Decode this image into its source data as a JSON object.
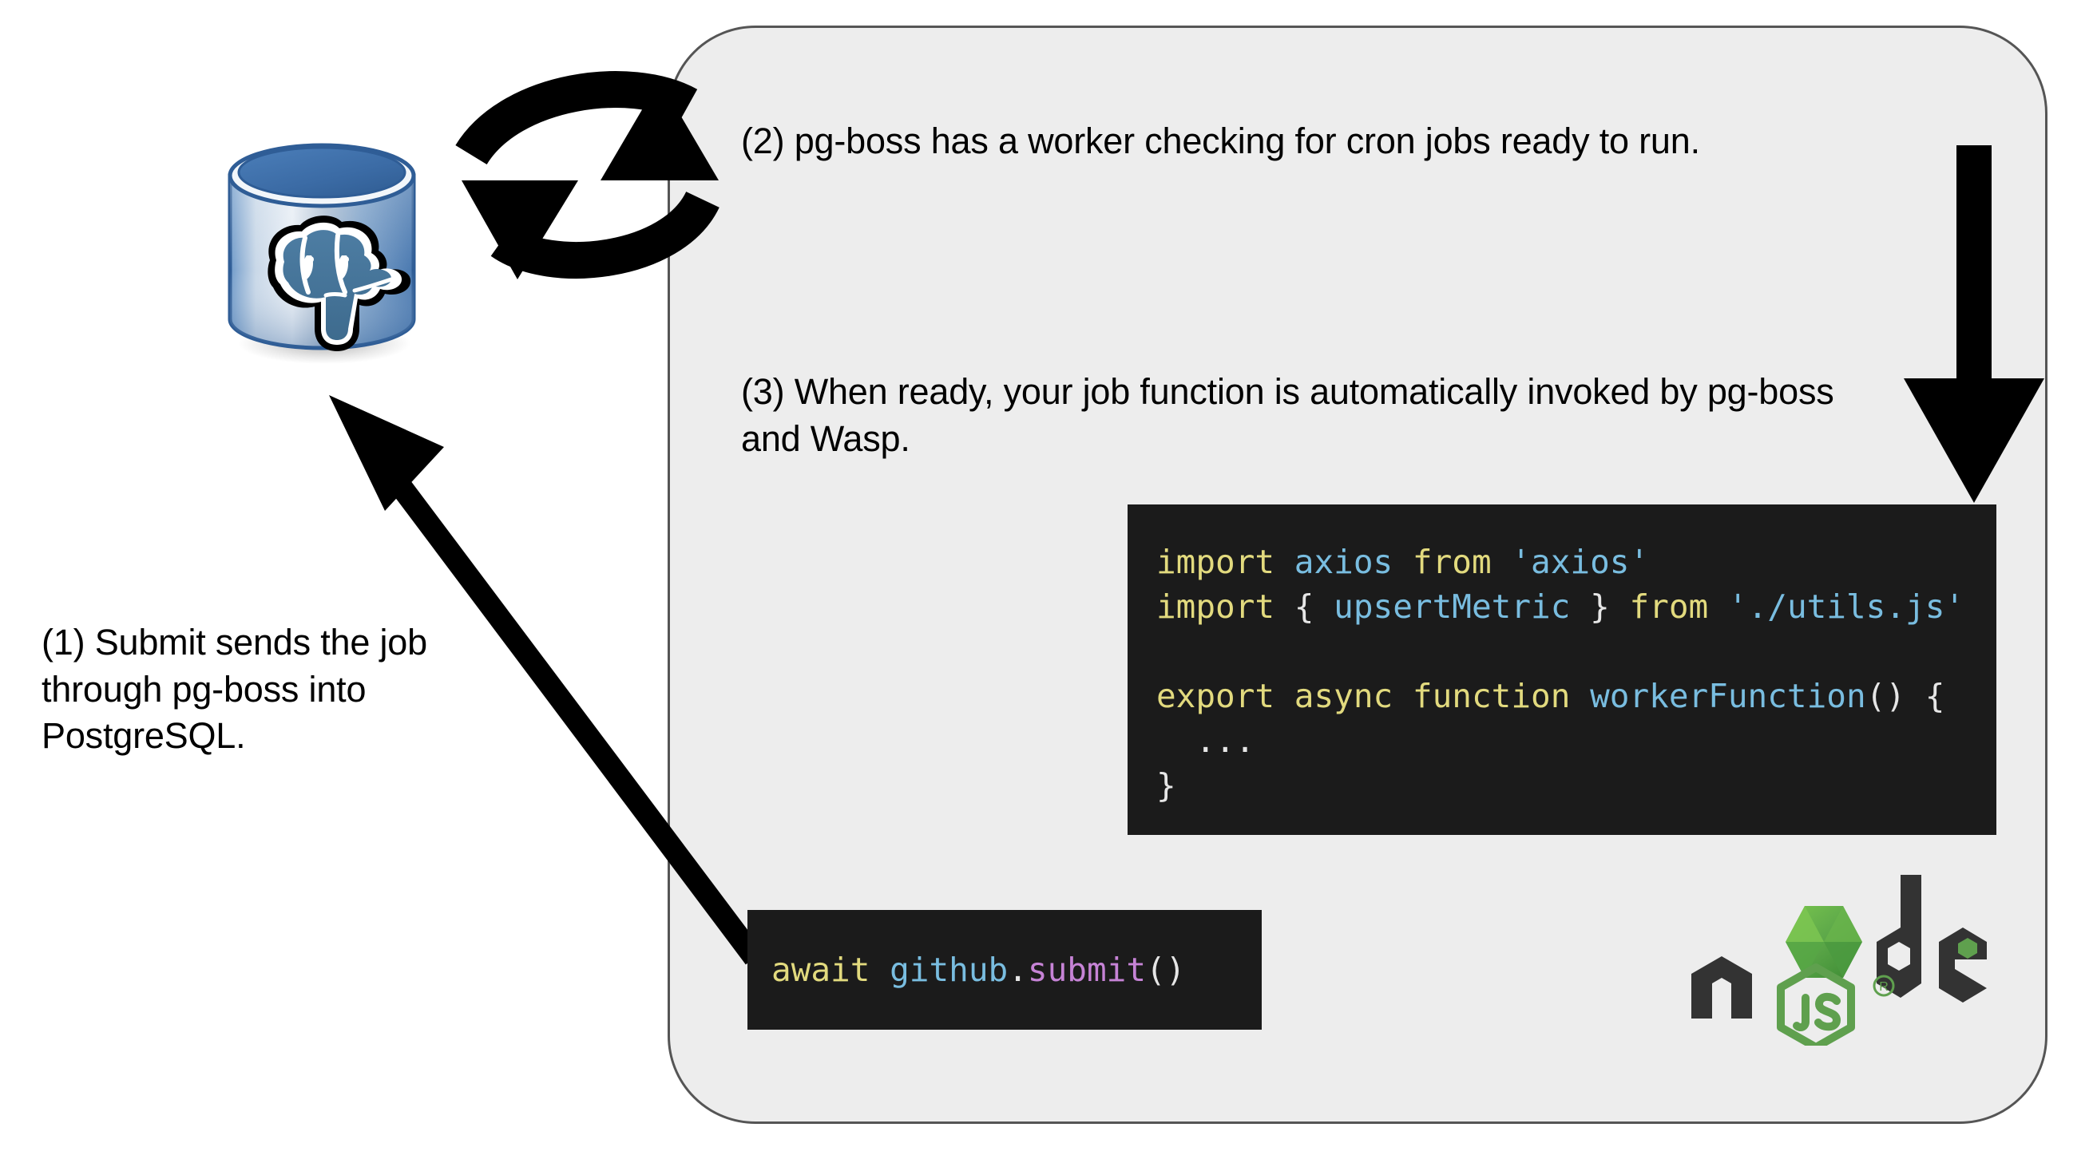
{
  "diagram": {
    "title": "Wasp pg-boss job flow",
    "background_color": "#ffffff",
    "panel": {
      "name": "server-panel",
      "fill": "#ededed",
      "border_color": "#555555"
    },
    "captions": {
      "step1": "(1) Submit sends the job through pg-boss into PostgreSQL.",
      "step2": "(2) pg-boss has a worker checking for cron jobs ready to run.",
      "step3": "(3) When ready, your job function is automatically invoked by pg-boss and Wasp."
    },
    "code_worker": {
      "lines": [
        [
          {
            "t": "import",
            "c": "kw"
          },
          {
            "t": " ",
            "c": "pun"
          },
          {
            "t": "axios",
            "c": "id"
          },
          {
            "t": " ",
            "c": "pun"
          },
          {
            "t": "from",
            "c": "kw"
          },
          {
            "t": " ",
            "c": "pun"
          },
          {
            "t": "'axios'",
            "c": "str"
          }
        ],
        [
          {
            "t": "import",
            "c": "kw"
          },
          {
            "t": " ",
            "c": "pun"
          },
          {
            "t": "{",
            "c": "pun"
          },
          {
            "t": " ",
            "c": "pun"
          },
          {
            "t": "upsertMetric",
            "c": "id"
          },
          {
            "t": " ",
            "c": "pun"
          },
          {
            "t": "}",
            "c": "pun"
          },
          {
            "t": " ",
            "c": "pun"
          },
          {
            "t": "from",
            "c": "kw"
          },
          {
            "t": " ",
            "c": "pun"
          },
          {
            "t": "'./utils.js'",
            "c": "str"
          }
        ],
        [],
        [
          {
            "t": "export",
            "c": "kw"
          },
          {
            "t": " ",
            "c": "pun"
          },
          {
            "t": "async",
            "c": "kw"
          },
          {
            "t": " ",
            "c": "pun"
          },
          {
            "t": "function",
            "c": "kw"
          },
          {
            "t": " ",
            "c": "pun"
          },
          {
            "t": "workerFunction",
            "c": "fn"
          },
          {
            "t": "()",
            "c": "pun"
          },
          {
            "t": " ",
            "c": "pun"
          },
          {
            "t": "{",
            "c": "pun"
          }
        ],
        [
          {
            "t": "  ...",
            "c": "pun"
          }
        ],
        [
          {
            "t": "}",
            "c": "pun"
          }
        ]
      ]
    },
    "code_submit": {
      "lines": [
        [
          {
            "t": "await",
            "c": "kw"
          },
          {
            "t": " ",
            "c": "pun"
          },
          {
            "t": "github",
            "c": "id"
          },
          {
            "t": ".",
            "c": "pun"
          },
          {
            "t": "submit",
            "c": "meth"
          },
          {
            "t": "()",
            "c": "pun"
          }
        ]
      ]
    },
    "logos": {
      "postgres": {
        "name": "postgresql-logo",
        "alt": "PostgreSQL database cylinder with elephant",
        "colors": {
          "cylinder_top": "#3b6ba5",
          "cylinder_body_light": "#c8d6e5",
          "cylinder_edge": "#2f5d96",
          "elephant": "#436e94"
        }
      },
      "node": {
        "name": "nodejs-logo",
        "alt": "Node.js",
        "wordmark": "node",
        "badge": "JS",
        "registered_mark": "®",
        "colors": {
          "dark": "#333333",
          "green": "#5fa04e",
          "green_light": "#6fbf4c",
          "green_dark": "#3f8a34"
        }
      }
    },
    "arrows": {
      "sync": {
        "name": "sync-arrows-icon",
        "color": "#000000"
      },
      "down": {
        "name": "down-arrow",
        "color": "#000000"
      },
      "submit_to_db": {
        "name": "submit-to-database-arrow",
        "color": "#000000"
      }
    }
  }
}
